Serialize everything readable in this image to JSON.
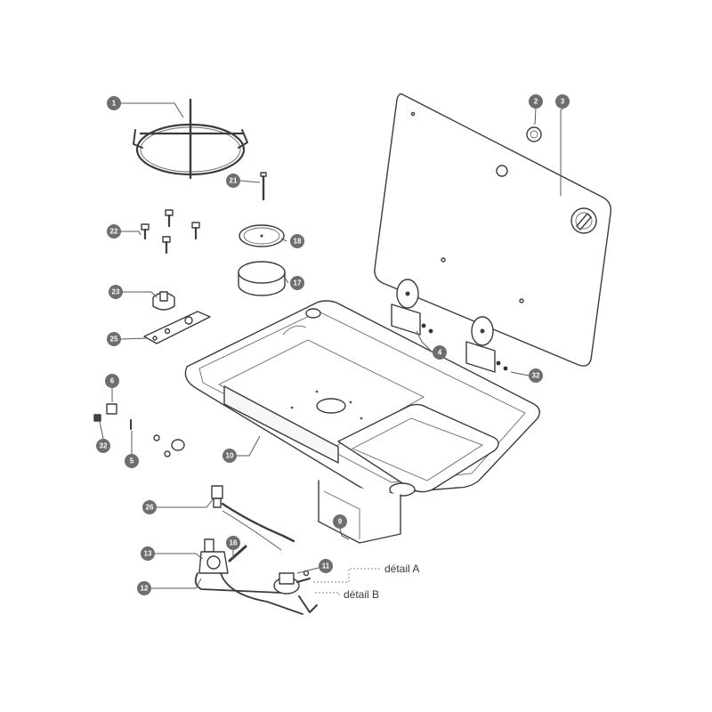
{
  "diagram": {
    "callouts": [
      {
        "id": "c1",
        "label": "1"
      },
      {
        "id": "c2",
        "label": "2"
      },
      {
        "id": "c3",
        "label": "3"
      },
      {
        "id": "c4",
        "label": "4"
      },
      {
        "id": "c5",
        "label": "5"
      },
      {
        "id": "c6",
        "label": "6"
      },
      {
        "id": "c9",
        "label": "9"
      },
      {
        "id": "c10",
        "label": "10"
      },
      {
        "id": "c11",
        "label": "11"
      },
      {
        "id": "c12",
        "label": "12"
      },
      {
        "id": "c13",
        "label": "13"
      },
      {
        "id": "c16",
        "label": "16"
      },
      {
        "id": "c17",
        "label": "17"
      },
      {
        "id": "c18",
        "label": "18"
      },
      {
        "id": "c21",
        "label": "21"
      },
      {
        "id": "c22",
        "label": "22"
      },
      {
        "id": "c23",
        "label": "23"
      },
      {
        "id": "c25",
        "label": "25"
      },
      {
        "id": "c26",
        "label": "26"
      },
      {
        "id": "c32a",
        "label": "32"
      },
      {
        "id": "c32b",
        "label": "32"
      }
    ],
    "details": [
      {
        "id": "detail-a",
        "label": "détail A"
      },
      {
        "id": "detail-b",
        "label": "détail B"
      }
    ],
    "colors": {
      "badge": "#6e6e6e",
      "line": "#3c3c3c"
    }
  }
}
